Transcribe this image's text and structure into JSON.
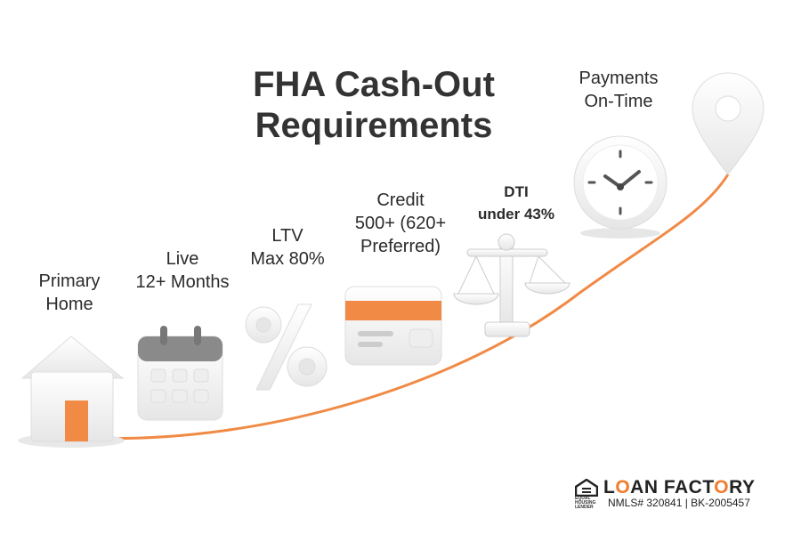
{
  "title": "FHA Cash-Out Requirements",
  "steps": [
    {
      "label_line1": "Primary",
      "label_line2": "Home",
      "icon": "house-icon"
    },
    {
      "label_line1": "Live",
      "label_line2": "12+ Months",
      "icon": "calendar-icon"
    },
    {
      "label_line1": "LTV",
      "label_line2": "Max 80%",
      "icon": "percent-icon"
    },
    {
      "label_line1": "Credit",
      "label_line2": "500+ (620+",
      "label_line3": "Preferred)",
      "icon": "credit-card-icon"
    },
    {
      "label_line1": "DTI",
      "label_line2": "under 43%",
      "icon": "scale-icon"
    },
    {
      "label_line1": "Payments",
      "label_line2": "On-Time",
      "icon": "clock-icon"
    }
  ],
  "end_icon": "map-pin-icon",
  "footer": {
    "brand_pre": "L",
    "brand_o": "O",
    "brand_mid": "AN FACT",
    "brand_o2": "O",
    "brand_post": "RY",
    "brand_full": "LOAN FACTORY",
    "equal_housing": "EQUAL HOUSING LENDER",
    "nmls": "NMLS# 320841 | BK-2005457"
  },
  "colors": {
    "accent": "#f08a45",
    "icon": "#f4f4f4",
    "shadow": "#d9d9d9"
  }
}
